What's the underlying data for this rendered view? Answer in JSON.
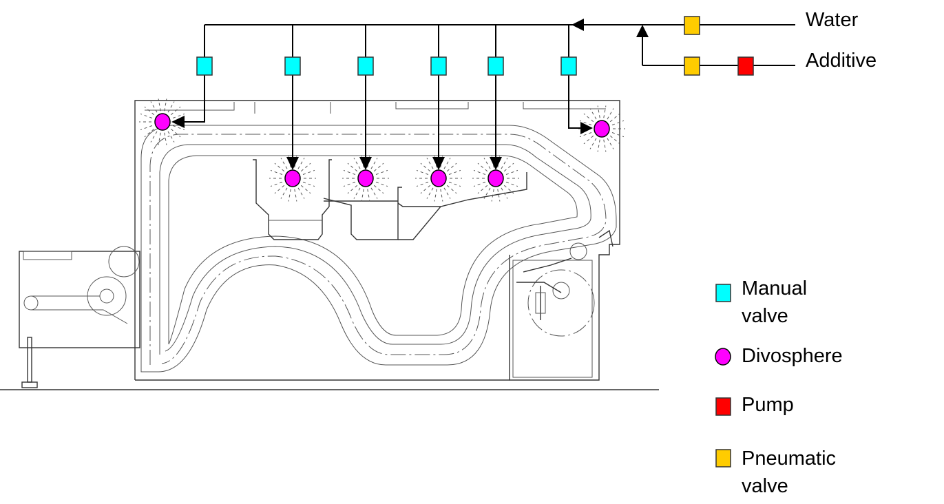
{
  "inputs": {
    "water": "Water",
    "additive": "Additive"
  },
  "legend": {
    "manual_valve": {
      "line1": "Manual",
      "line2": "valve",
      "color": "#00FFFF"
    },
    "divosphere": {
      "label": "Divosphere",
      "color": "#FF00FF"
    },
    "pump": {
      "label": "Pump",
      "color": "#FF0000"
    },
    "pneumatic_valve": {
      "line1": "Pneumatic",
      "line2": "valve",
      "color": "#FFCC00"
    }
  }
}
